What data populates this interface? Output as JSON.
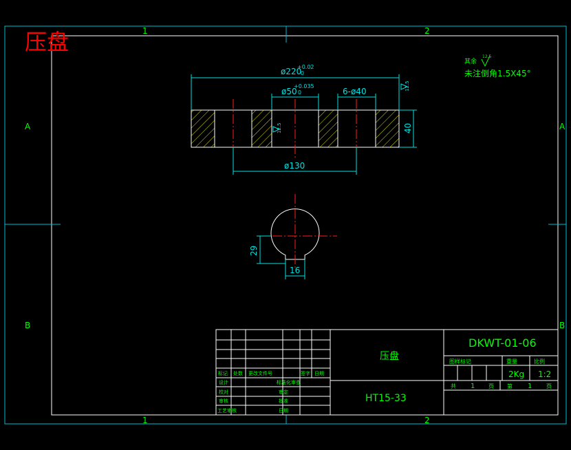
{
  "colors": {
    "background": "#000000",
    "frame": "#ffffff",
    "outer_frame": "#00bcd4",
    "outline": "#ffffff",
    "dimension": "#00e0e0",
    "centerline": "#ff2020",
    "hatch": "#e0e000",
    "text_green": "#00ff00",
    "title_red": "#ff0000",
    "zone_label": "#00ff00"
  },
  "title_mark": "压盘",
  "zones": {
    "top_1": "1",
    "top_2": "2",
    "bottom_1": "1",
    "bottom_2": "2",
    "left_A": "A",
    "left_B": "B",
    "right_A": "A",
    "right_B": "B"
  },
  "notes": {
    "roughness_label": "其余",
    "roughness_value": "12.5",
    "chamfer_note": "未注倒角1.5X45°"
  },
  "dimensions": {
    "outer_dia_prefix": "ø220",
    "outer_dia_tol_upper": "+0.02",
    "outer_dia_tol_lower": "0",
    "bore_dia_prefix": "ø50",
    "bore_dia_tol_upper": "+0.035",
    "bore_dia_tol_lower": "0",
    "holes": "6-ø40",
    "pitch_circle": "ø130",
    "thickness": "40",
    "roughness_side": "12.5",
    "roughness_bore": "12.5",
    "keyway_depth": "29",
    "keyway_width": "16"
  },
  "title_block": {
    "part_name": "压盘",
    "drawing_number": "DKWT-01-06",
    "material": "HT15-33",
    "weight": "2Kg",
    "scale": "1:2",
    "stage_header": "图样标记",
    "weight_header": "重量",
    "scale_header": "比例",
    "sheets_total_label": "共",
    "sheets_total": "1",
    "sheet_unit": "页",
    "sheet_label": "第",
    "sheet_no": "1",
    "sheet_unit2": "页",
    "rev_headers": [
      "标记",
      "处数",
      "更改文件号",
      "签字",
      "日期"
    ],
    "people": [
      "设计",
      "校对",
      "审核",
      "工艺审核"
    ],
    "right_people": [
      "标准化审查",
      "审定",
      "批准",
      "日期"
    ]
  }
}
